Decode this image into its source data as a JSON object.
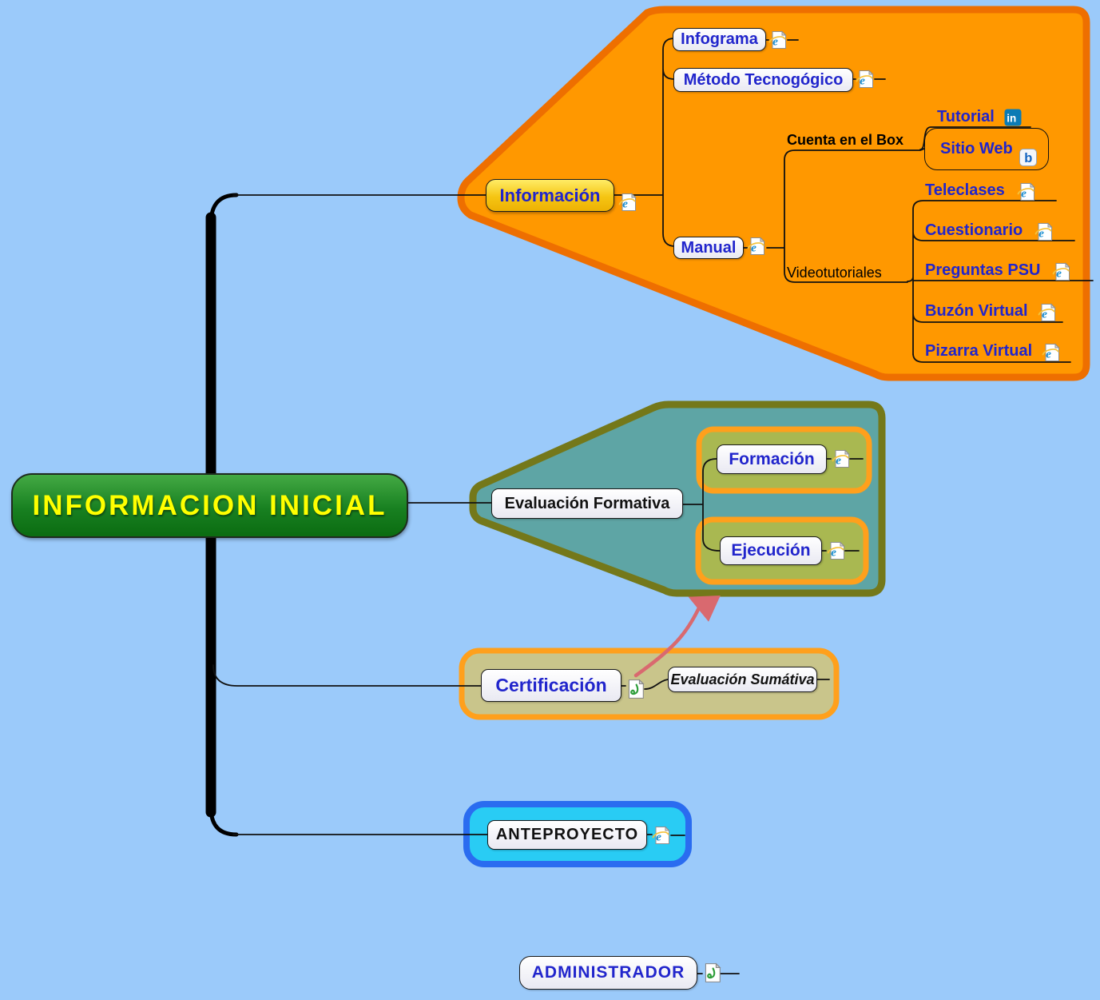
{
  "title": "Mapa mental - Informacion Inicial",
  "colors": {
    "background": "#9bcafa",
    "informacion_cloud_fill": "#ff9800",
    "informacion_cloud_border": "#ee6f00",
    "formativa_cloud_fill": "#5ea5a5",
    "formativa_cloud_border": "#74781a",
    "child_wrapper_fill": "#a9b851",
    "child_wrapper_border": "#ffa01c",
    "certificacion_group_fill": "#c9c58b",
    "certificacion_group_border": "#ffa01c",
    "anteproyecto_group_fill": "#29ccf4",
    "anteproyecto_group_border": "#2a6cf0",
    "root_fill": "#188021",
    "root_text": "#ffff00",
    "node_text_blue": "#2125cc",
    "relation_arrow": "#d9696f",
    "line": "#111111"
  },
  "nodes": {
    "root": {
      "label": "INFORMACION INICIAL"
    },
    "informacion": {
      "label": "Información"
    },
    "infograma": {
      "label": "Infograma"
    },
    "metodo_tecnogogico": {
      "label": "Método Tecnogógico"
    },
    "manual": {
      "label": "Manual"
    },
    "cuenta_en_el_box": {
      "label": "Cuenta en el Box"
    },
    "tutorial": {
      "label": "Tutorial"
    },
    "sitio_web": {
      "label": "Sitio Web"
    },
    "videotutoriales": {
      "label": "Videotutoriales"
    },
    "teleclases": {
      "label": "Teleclases"
    },
    "cuestionario": {
      "label": "Cuestionario"
    },
    "preguntas_psu": {
      "label": "Preguntas PSU"
    },
    "buzon_virtual": {
      "label": "Buzón Virtual"
    },
    "pizarra_virtual": {
      "label": "Pizarra Virtual"
    },
    "evaluacion_formativa": {
      "label": "Evaluación Formativa"
    },
    "formacion": {
      "label": "Formación"
    },
    "ejecucion": {
      "label": "Ejecución"
    },
    "certificacion": {
      "label": "Certificación"
    },
    "evaluacion_sumativa": {
      "label": "Evaluación Sumátiva"
    },
    "anteproyecto": {
      "label": "ANTEPROYECTO"
    },
    "administrador": {
      "label": "ADMINISTRADOR"
    }
  },
  "icons": {
    "browser_link": "internet-explorer-icon",
    "linkedin": "linkedin-icon",
    "blog_b": "letter-b-icon",
    "script_file": "script-file-icon"
  }
}
